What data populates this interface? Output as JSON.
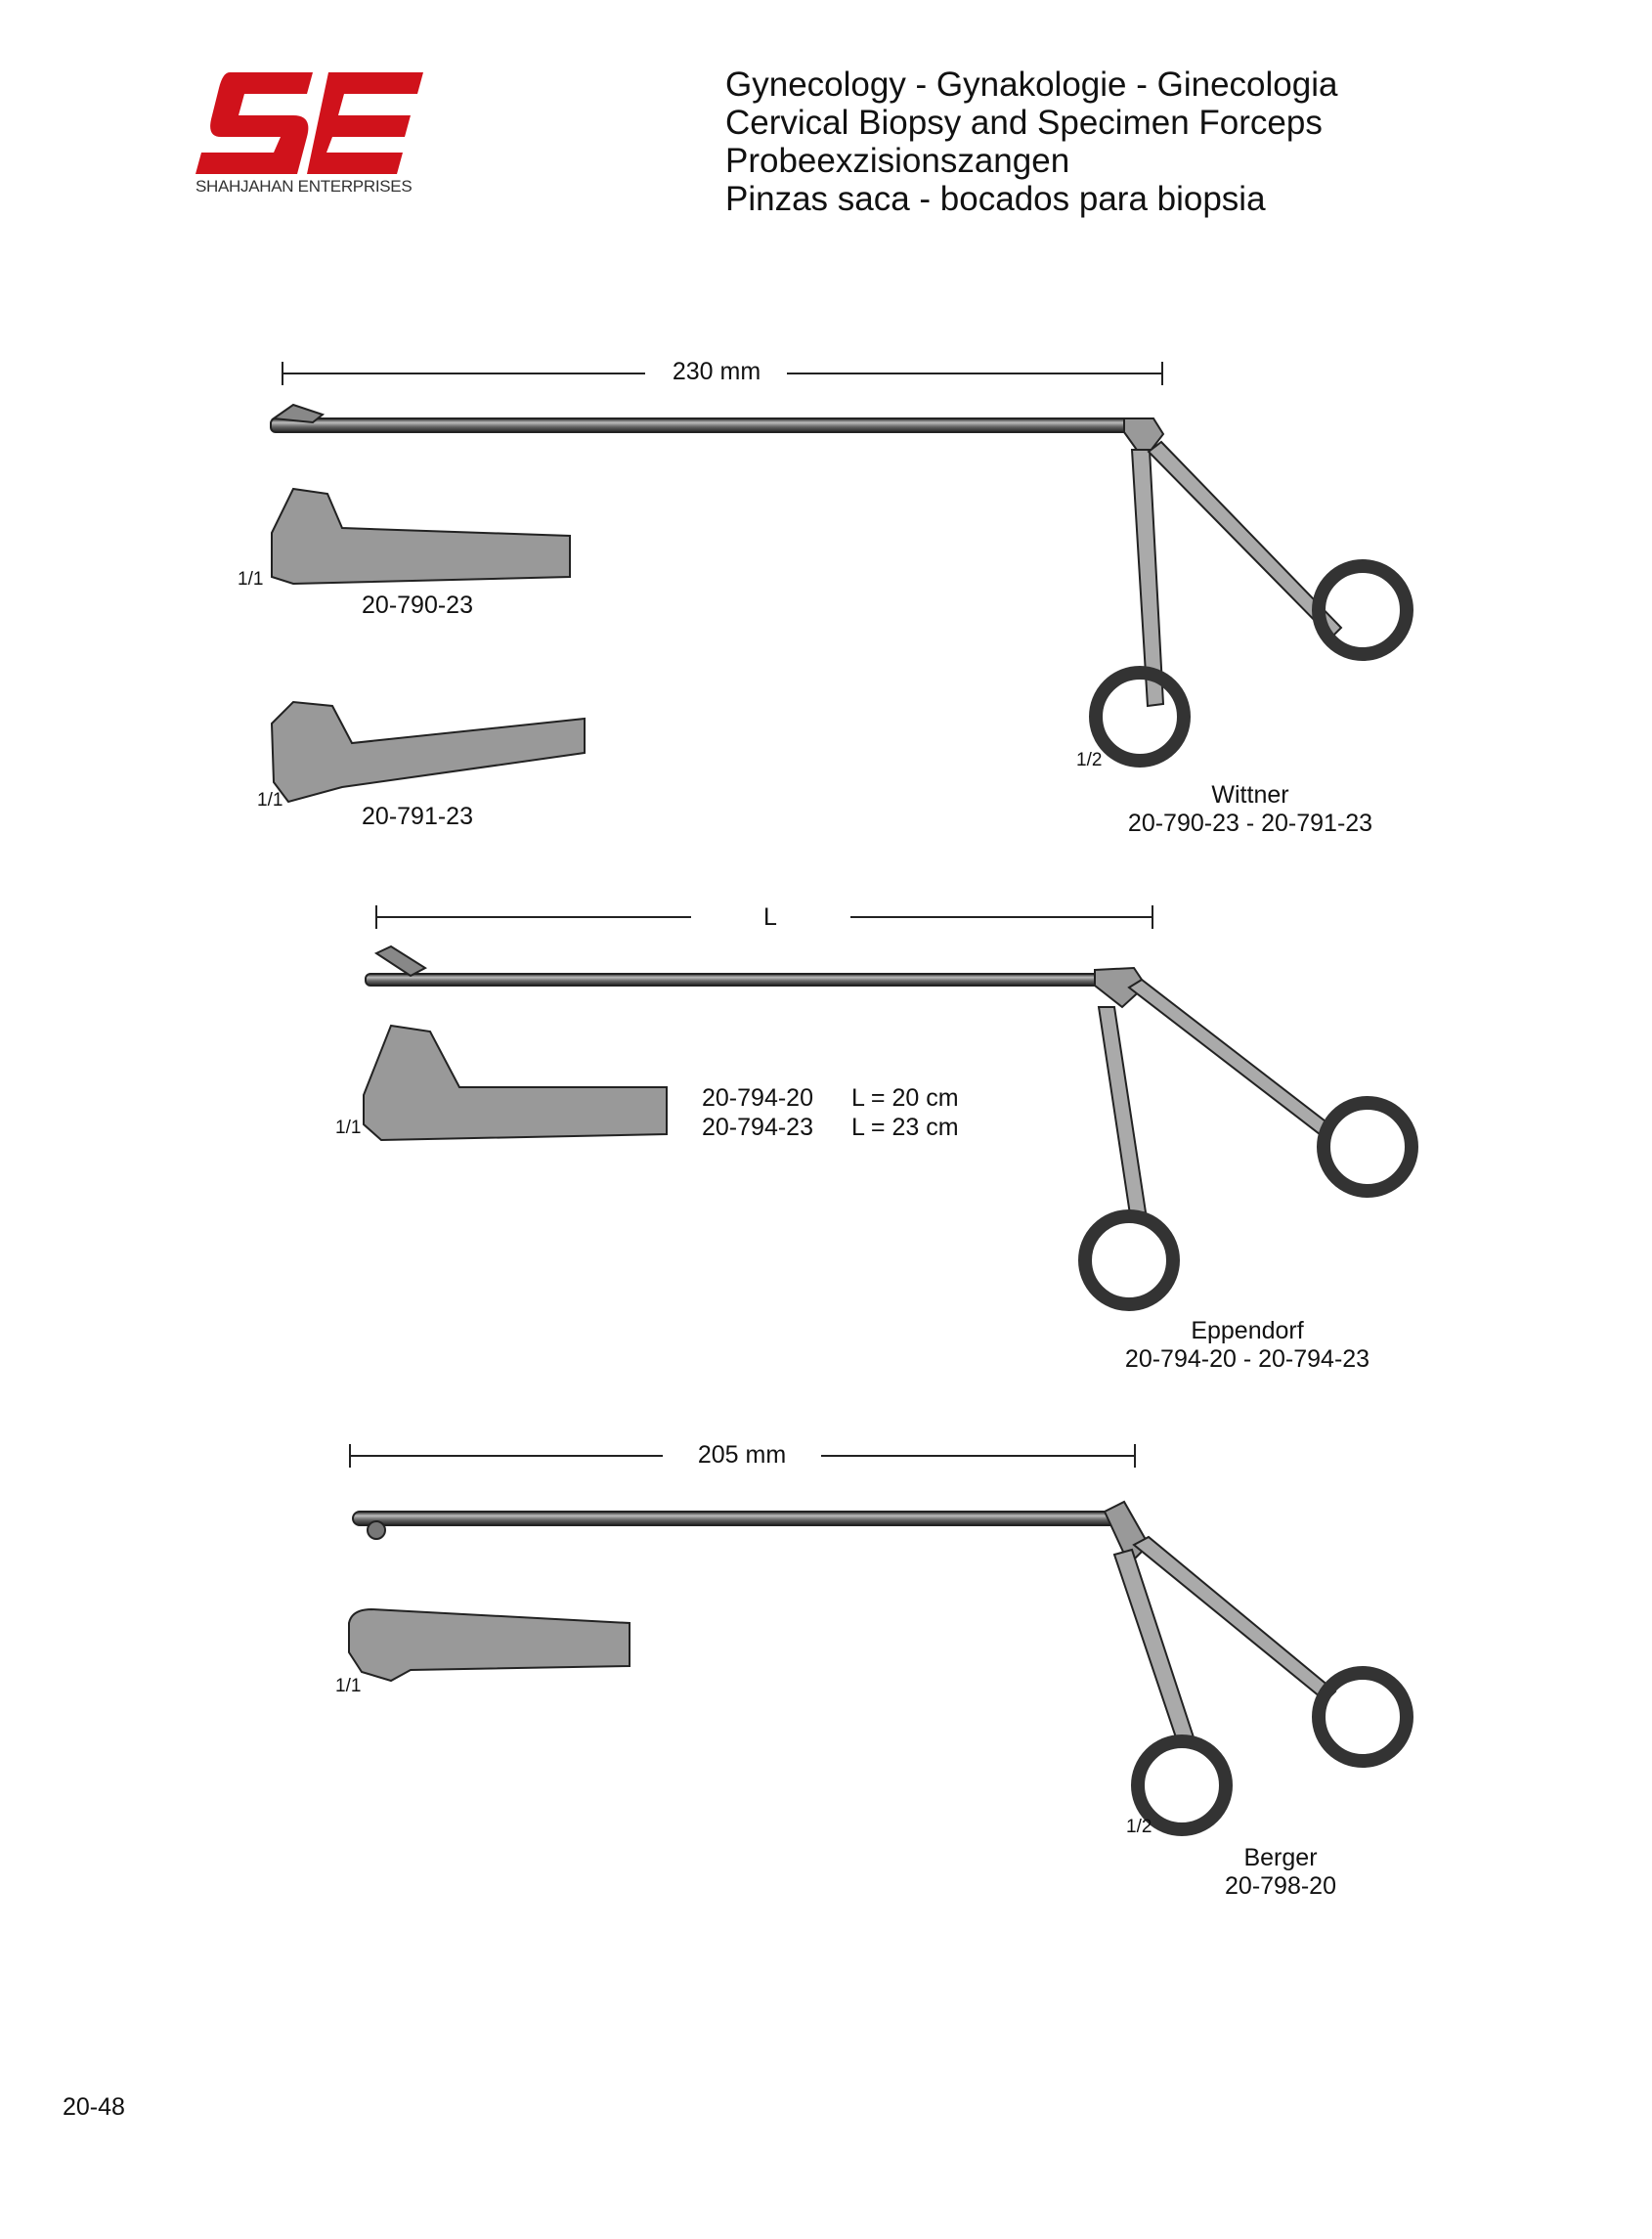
{
  "header": {
    "company": "SHAHJAHAN ENTERPRISES",
    "logo_letters": "SE",
    "brand_color": "#d0121b",
    "title_lines": [
      "Gynecology  -  Gynakologie  -  Ginecologia",
      "Cervical Biopsy and Specimen Forceps",
      "Probeexzisionszangen",
      "Pinzas saca - bocados para biopsia"
    ]
  },
  "products": [
    {
      "name": "Wittner",
      "codes": "20-790-23  -  20-791-23",
      "length_label": "230 mm",
      "scale": "1/2",
      "details": [
        {
          "code": "20-790-23",
          "scale": "1/1"
        },
        {
          "code": "20-791-23",
          "scale": "1/1"
        }
      ]
    },
    {
      "name": "Eppendorf",
      "codes": "20-794-20  -  20-794-23",
      "length_label": "L",
      "details": [
        {
          "scale": "1/1"
        }
      ],
      "variants": [
        {
          "code": "20-794-20",
          "length": "L = 20 cm"
        },
        {
          "code": "20-794-23",
          "length": "L = 23 cm"
        }
      ]
    },
    {
      "name": "Berger",
      "codes": "20-798-20",
      "length_label": "205 mm",
      "scale": "1/2",
      "details": [
        {
          "scale": "1/1"
        }
      ]
    }
  ],
  "page_number": "20-48"
}
